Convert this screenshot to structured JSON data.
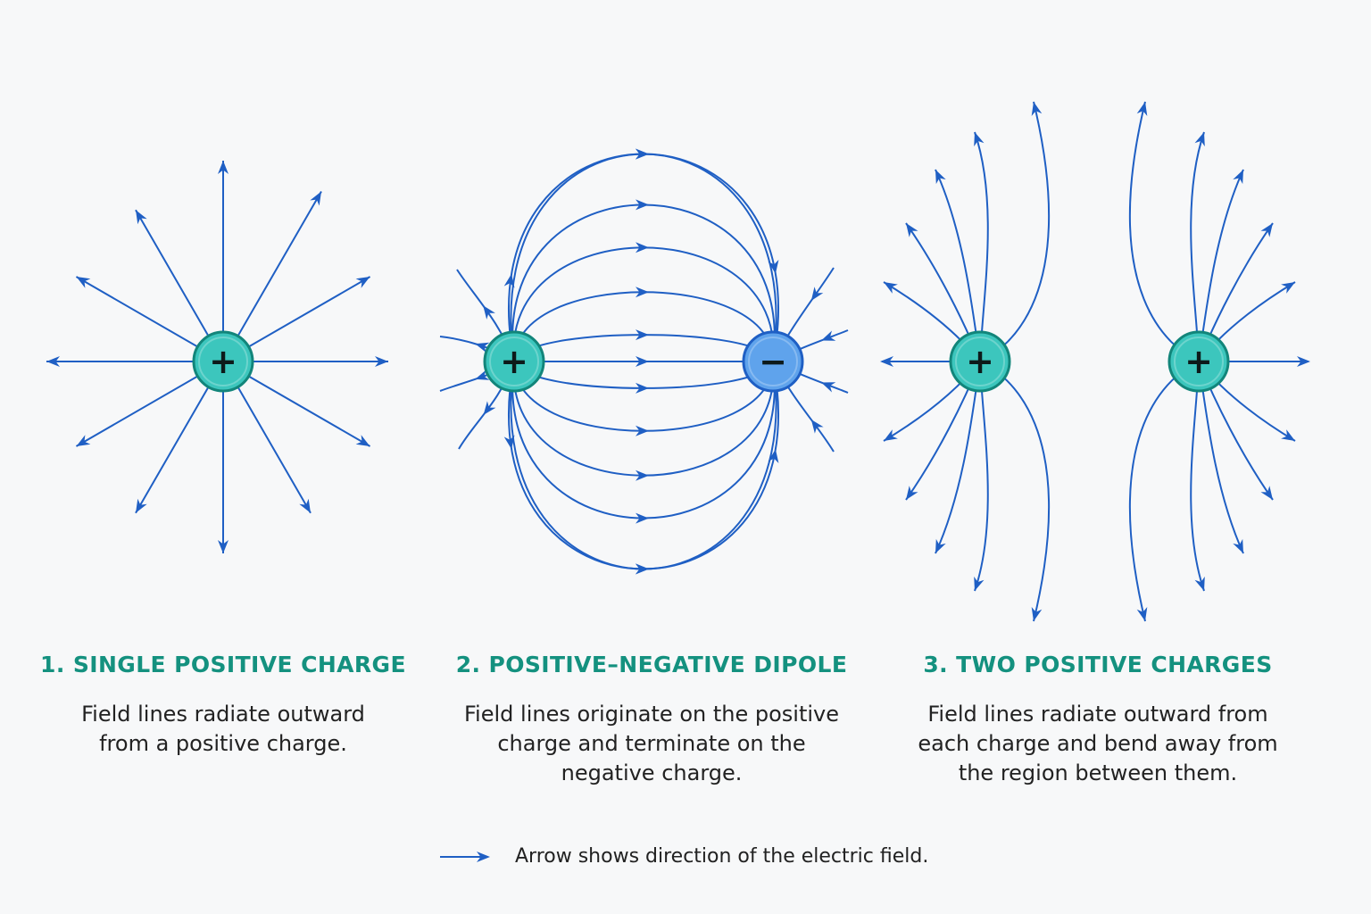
{
  "panels": [
    {
      "title": "1. SINGLE POSITIVE CHARGE",
      "description": [
        "Field lines radiate outward",
        "from a positive charge."
      ],
      "charges": [
        {
          "sign": "+",
          "polarity": "positive"
        }
      ]
    },
    {
      "title": "2. POSITIVE–NEGATIVE DIPOLE",
      "description": [
        "Field lines originate on the positive",
        "charge and terminate on the",
        "negative charge."
      ],
      "charges": [
        {
          "sign": "+",
          "polarity": "positive"
        },
        {
          "sign": "−",
          "polarity": "negative"
        }
      ]
    },
    {
      "title": "3. TWO POSITIVE CHARGES",
      "description": [
        "Field lines radiate outward from",
        "each charge and bend away from",
        "the region between them."
      ],
      "charges": [
        {
          "sign": "+",
          "polarity": "positive"
        },
        {
          "sign": "+",
          "polarity": "positive"
        }
      ]
    }
  ],
  "legend": {
    "text": "Arrow shows direction of the electric field.",
    "icon": "arrow-right-icon"
  },
  "colors": {
    "field_line": "#1f5fc4",
    "positive_fill": "#3cc6bd",
    "positive_stroke": "#12857a",
    "negative_fill": "#5fa3ec",
    "negative_stroke": "#1f5fc4",
    "title": "#14917f"
  }
}
